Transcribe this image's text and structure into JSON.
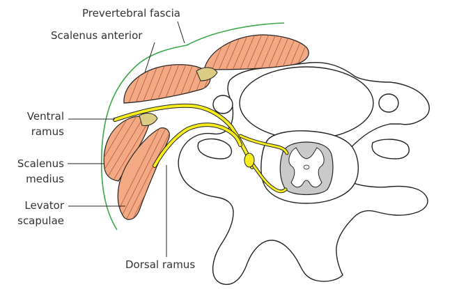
{
  "labels": {
    "prevertebral_fascia": "Prevertebral fascia",
    "scalenus_anterior": "Scalenus anterior",
    "ventral_ramus_1": "Ventral",
    "ventral_ramus_2": "ramus",
    "scalenus_medius_1": "Scalenus",
    "scalenus_medius_2": "medius",
    "levator_scapulae_1": "Levator",
    "levator_scapulae_2": "scapulae",
    "dorsal_ramus": "Dorsal ramus"
  },
  "colors": {
    "muscle_fill": "#f3aa84",
    "muscle_fiber": "#b0573a",
    "tendon": "#dccb82",
    "nerve": "#f6ec1e",
    "fascia": "#3aa748",
    "spinal_cord_grey": "#c9c9c9",
    "outline": "#222222",
    "leader_line": "#222222"
  }
}
